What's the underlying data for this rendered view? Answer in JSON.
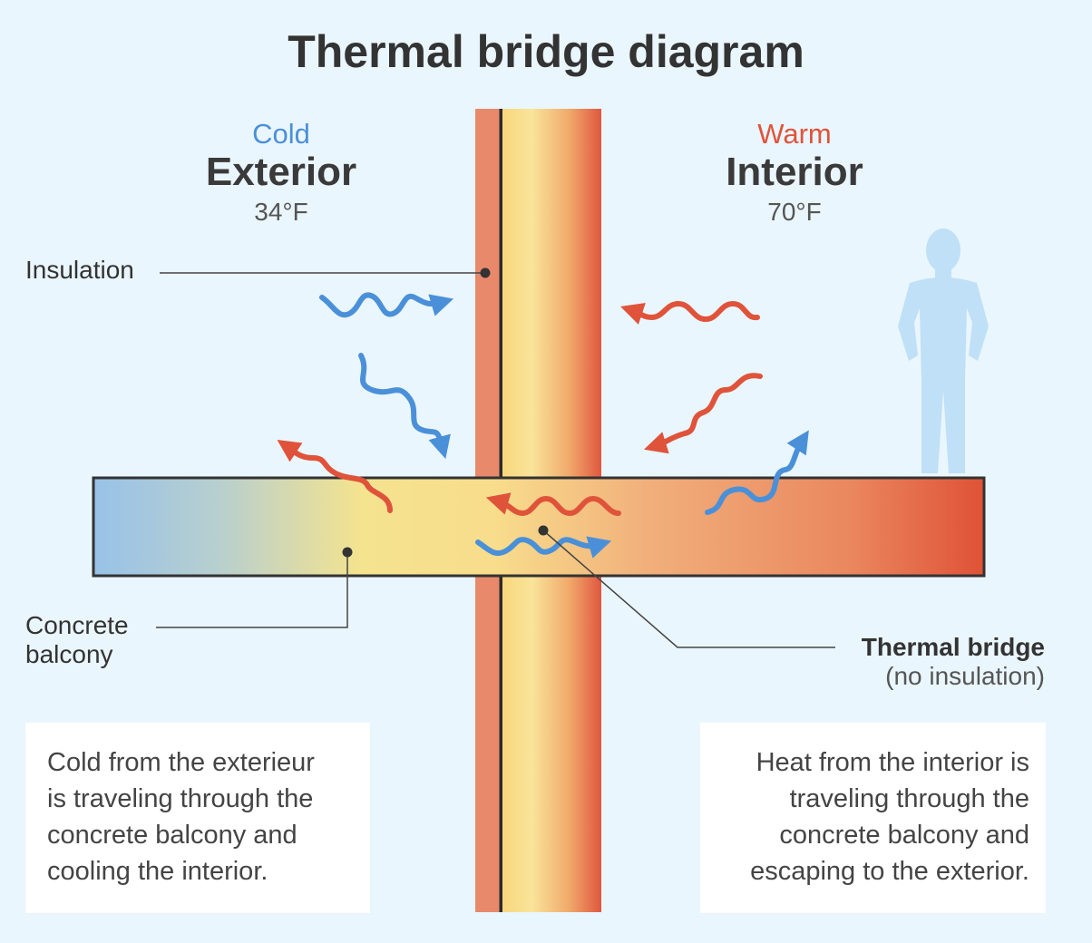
{
  "title": "Thermal bridge diagram",
  "exterior": {
    "condition": "Cold",
    "name": "Exterior",
    "temperature": "34°F"
  },
  "interior": {
    "condition": "Warm",
    "name": "Interior",
    "temperature": "70°F"
  },
  "labels": {
    "insulation": "Insulation",
    "concrete_line1": "Concrete",
    "concrete_line2": "balcony",
    "bridge_title": "Thermal bridge",
    "bridge_note": "(no insulation)"
  },
  "notes": {
    "left": [
      "Cold from the exterieur",
      "is traveling through the",
      "concrete balcony and",
      "cooling the interior."
    ],
    "right": [
      "Heat from the interior is",
      "traveling through the",
      "concrete balcony and",
      "escaping to the exterior."
    ]
  },
  "colors": {
    "background": "#eaf6fd",
    "cold": "#4a90d9",
    "warm": "#e0533b",
    "insulation": "#f7e39a",
    "person": "#bfe0f7"
  },
  "icons": [
    "person-silhouette-icon",
    "cold-wave-arrow-icon",
    "heat-wave-arrow-icon"
  ]
}
